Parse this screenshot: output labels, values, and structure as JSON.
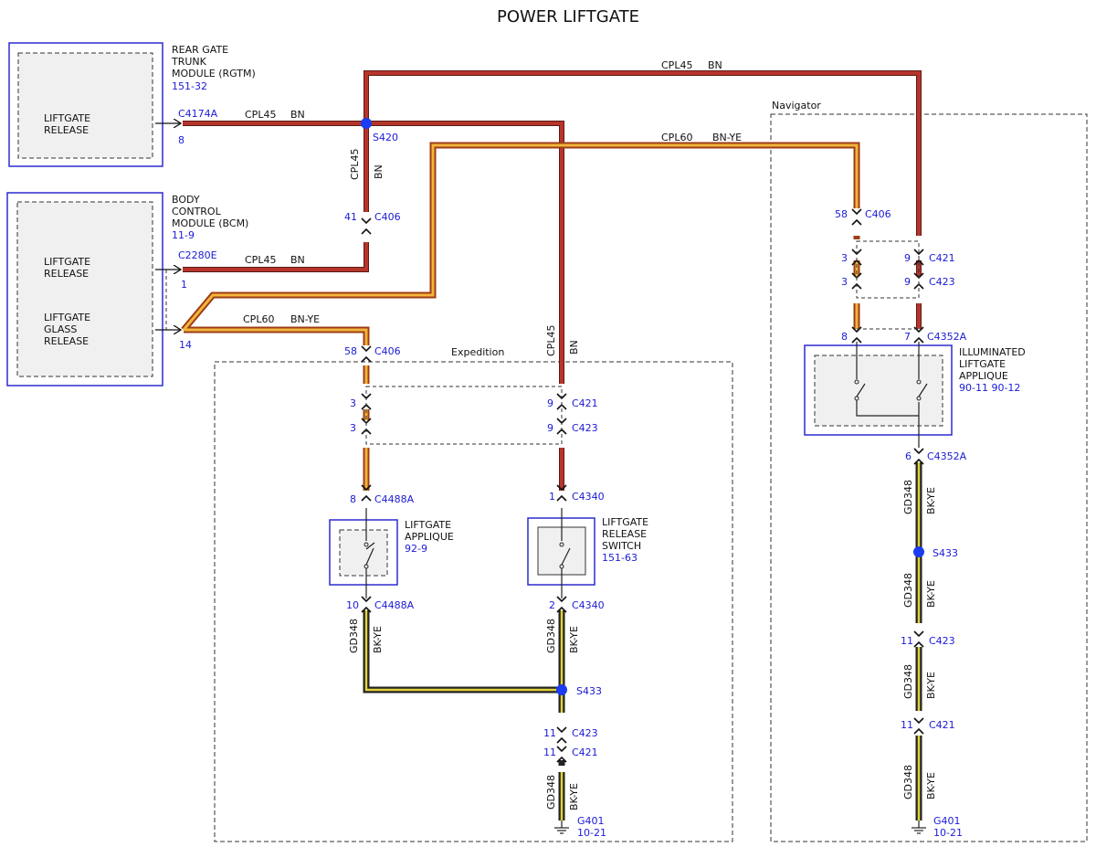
{
  "title": "POWER LIFTGATE",
  "colors": {
    "bn_wire": "#b5352c",
    "bn_ye_wire_outer": "#9c3d17",
    "bn_ye_wire_inner": "#f2b53a",
    "bk_ye_wire_outer": "#222222",
    "bk_ye_wire_inner": "#e0d33a",
    "splice": "#1a3cf2",
    "ref_text": "#1a1ad6"
  },
  "modules": {
    "rgtm": {
      "name_lines": [
        "REAR GATE",
        "TRUNK",
        "MODULE (RGTM)"
      ],
      "ref": "151-32",
      "function_lines": [
        "LIFTGATE",
        "RELEASE"
      ],
      "connector": "C4174A",
      "pin": "8"
    },
    "bcm": {
      "name_lines": [
        "BODY",
        "CONTROL",
        "MODULE (BCM)"
      ],
      "ref": "11-9",
      "release_lines": [
        "LIFTGATE",
        "RELEASE"
      ],
      "glass_lines": [
        "LIFTGATE",
        "GLASS",
        "RELEASE"
      ],
      "connector": "C2280E",
      "pin_release": "1",
      "pin_glass": "14"
    }
  },
  "wires": {
    "cpl45": "CPL45",
    "bn": "BN",
    "cpl60": "CPL60",
    "bn_ye": "BN-YE",
    "gd348": "GD348",
    "bk_ye": "BK-YE"
  },
  "splices": {
    "s420": "S420",
    "s433": "S433"
  },
  "connectors": {
    "c406": "C406",
    "c421": "C421",
    "c423": "C423",
    "c4488a": "C4488A",
    "c4340": "C4340",
    "c4352a": "C4352A"
  },
  "zones": {
    "expedition": "Expedition",
    "navigator": "Navigator"
  },
  "pins": {
    "p41": "41",
    "p58": "58",
    "p3": "3",
    "p9": "9",
    "p8": "8",
    "p1": "1",
    "p10": "10",
    "p2": "2",
    "p11": "11",
    "p7": "7",
    "p6": "6"
  },
  "components": {
    "liftgate_applique": {
      "lines": [
        "LIFTGATE",
        "APPLIQUE"
      ],
      "ref": "92-9"
    },
    "liftgate_release_switch": {
      "lines": [
        "LIFTGATE",
        "RELEASE",
        "SWITCH"
      ],
      "ref": "151-63"
    },
    "illuminated_applique": {
      "lines": [
        "ILLUMINATED",
        "LIFTGATE",
        "APPLIQUE"
      ],
      "ref": "90-11  90-12"
    }
  },
  "grounds": {
    "g401": "G401",
    "ref": "10-21"
  }
}
